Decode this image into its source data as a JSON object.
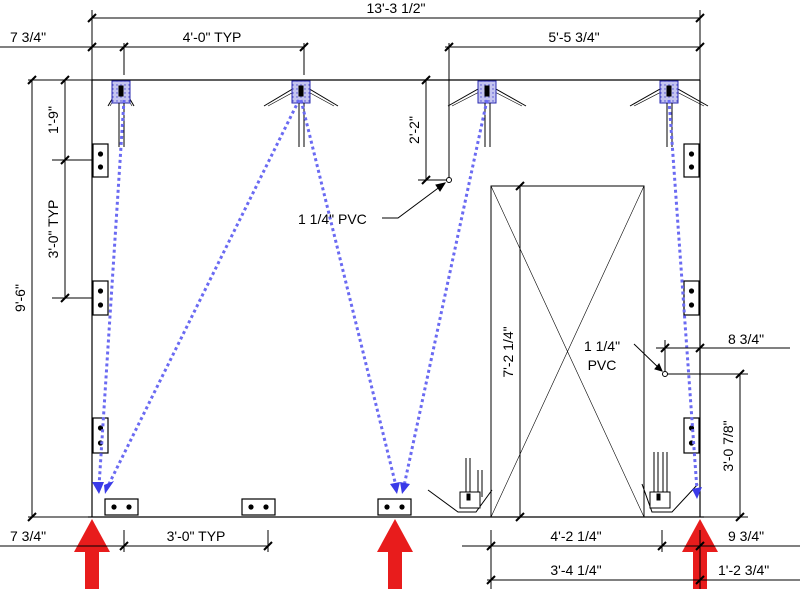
{
  "colors": {
    "line": "#000000",
    "load_path": "#6a6af2",
    "arrow": "#e81c1c",
    "anchor_fill": "#b8b8f0"
  },
  "dimensions": {
    "overall_width": "13'-3 1/2\"",
    "left_offset_top": "7 3/4\"",
    "anchor_spacing": "4'-0\" TYP",
    "right_span": "5'-5 3/4\"",
    "wall_height": "9'-6\"",
    "top_edge": "1'-9\"",
    "vertical_spacing": "3'-0\" TYP",
    "pipe_drop": "2'-2\"",
    "opening_height": "7'-2 1/4\"",
    "right_offset_side": "8 3/4\"",
    "right_lower_height": "3'-0 7/8\"",
    "left_offset_bottom": "7 3/4\"",
    "bottom_spacing": "3'-0\" TYP",
    "opening_width": "4'-2 1/4\"",
    "right_offset_bottom": "9 3/4\"",
    "lower_run": "3'-4 1/4\"",
    "right_end": "1'-2 3/4\""
  },
  "callouts": {
    "pvc_upper": "1 1/4\" PVC",
    "pvc_lower_line1": "1 1/4\"",
    "pvc_lower_line2": "PVC"
  }
}
